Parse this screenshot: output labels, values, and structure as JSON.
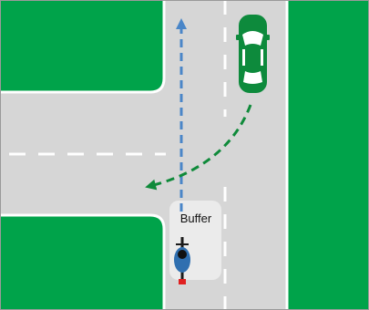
{
  "diagram": {
    "labels": {
      "buffer": "Buffer"
    },
    "colors": {
      "grass": "#00a34a",
      "road": "#d6d6d6",
      "lane_marking": "#ffffff",
      "buffer_zone": "#ebebeb",
      "car": "#0d8a3c",
      "car_turn_path": "#0f8a3a",
      "bike_straight_path": "#4a86c8",
      "cyclist_jersey": "#2f6fb0",
      "bike_tail_light": "#e02020",
      "frame": "#9a9a9a"
    },
    "elements": {
      "car": "car-top-view-icon",
      "cyclist": "cyclist-top-view-icon",
      "car_path": "left-turn-arrow",
      "bike_path": "straight-ahead-arrow"
    }
  }
}
